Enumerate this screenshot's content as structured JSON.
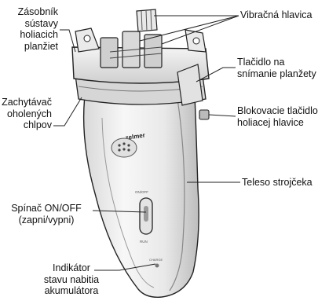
{
  "labels": {
    "zasobnik": "Zásobník\nsústavy\nholiacich\nplanžiet",
    "zachytavac": "Zachytávač\noholených\nchlpov",
    "spinac": "Spínač ON/OFF\n(zapni/vypni)",
    "indikator": "Indikátor\nstavu nabitia\nakumulátora",
    "vibracna": "Vibračná hlavica",
    "tlacidlo": "Tlačidlo na\nsnímanie planžety",
    "blokovacie": "Blokovacie tlačidlo\nholiacej hlavice",
    "teleso": "Teleso strojčeka"
  },
  "device": {
    "brand": "zelmer",
    "button_top_text": "ON/OFF",
    "button_bottom_text": "RUN",
    "indicator_text": "CHARGE"
  },
  "colors": {
    "line": "#222222",
    "body_fill": "#f2f2f2",
    "shade": "#c8c8c8",
    "dark": "#555555"
  }
}
